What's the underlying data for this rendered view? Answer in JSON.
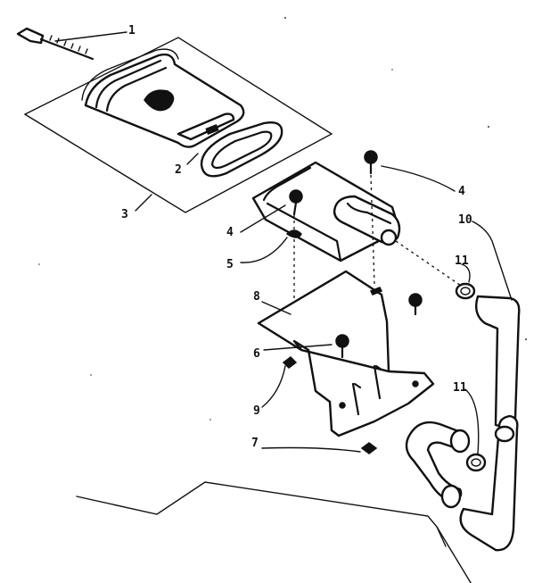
{
  "callouts": [
    {
      "id": "c1",
      "text": "1"
    },
    {
      "id": "c2",
      "text": "2"
    },
    {
      "id": "c3",
      "text": "3"
    },
    {
      "id": "c4a",
      "text": "4"
    },
    {
      "id": "c4b",
      "text": "4"
    },
    {
      "id": "c5",
      "text": "5"
    },
    {
      "id": "c6",
      "text": "6"
    },
    {
      "id": "c7",
      "text": "7"
    },
    {
      "id": "c8",
      "text": "8"
    },
    {
      "id": "c9",
      "text": "9"
    },
    {
      "id": "c10",
      "text": "10"
    },
    {
      "id": "c11a",
      "text": "11"
    },
    {
      "id": "c11b",
      "text": "11"
    }
  ]
}
